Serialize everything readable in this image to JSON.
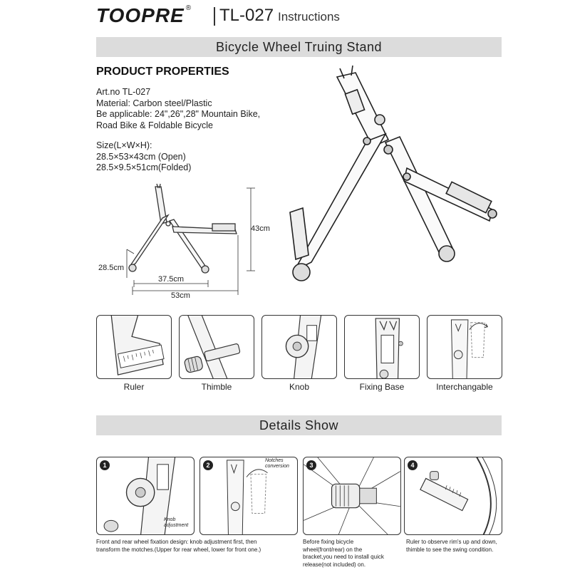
{
  "header": {
    "brand": "TOOPRE",
    "registered": "®",
    "model": "TL-027",
    "instructions": "Instructions"
  },
  "banner_title": "Bicycle Wheel Truing Stand",
  "properties": {
    "title": "PRODUCT PROPERTIES",
    "art_no": "Art.no TL-027",
    "material": "Material: Carbon steel/Plastic",
    "applicable_1": "Be applicable: 24\",26\",28\" Mountain Bike,",
    "applicable_2": "Road Bike & Foldable Bicycle",
    "size_label": "Size(L×W×H):",
    "size_open": "28.5×53×43cm (Open)",
    "size_folded": "28.5×9.5×51cm(Folded)"
  },
  "dimensions": {
    "height": "43cm",
    "depth": "28.5cm",
    "inner": "37.5cm",
    "length": "53cm"
  },
  "features": [
    {
      "label": "Ruler"
    },
    {
      "label": "Thimble"
    },
    {
      "label": "Knob"
    },
    {
      "label": "Fixing Base"
    },
    {
      "label": "Interchangable"
    }
  ],
  "details": {
    "title": "Details Show",
    "steps": [
      {
        "num": "1",
        "note": "Knob adjustment"
      },
      {
        "num": "2",
        "note": "Notches conversion"
      },
      {
        "num": "3",
        "note": ""
      },
      {
        "num": "4",
        "note": ""
      }
    ],
    "captions": {
      "c1_l1": "Front and rear wheel fixation design: knob adjustment first, then",
      "c1_l2": "transform the motches.(Upper for rear wheel, lower for front one.)",
      "c3_l1": "Before fixing bicycle",
      "c3_l2": "wheel(front/rear) on the",
      "c3_l3": "bracket,you need to install quick",
      "c3_l4": "release(not included) on.",
      "c4_l1": "Ruler to observe rim's up and down,",
      "c4_l2": "thimble to see the swing condition."
    }
  }
}
